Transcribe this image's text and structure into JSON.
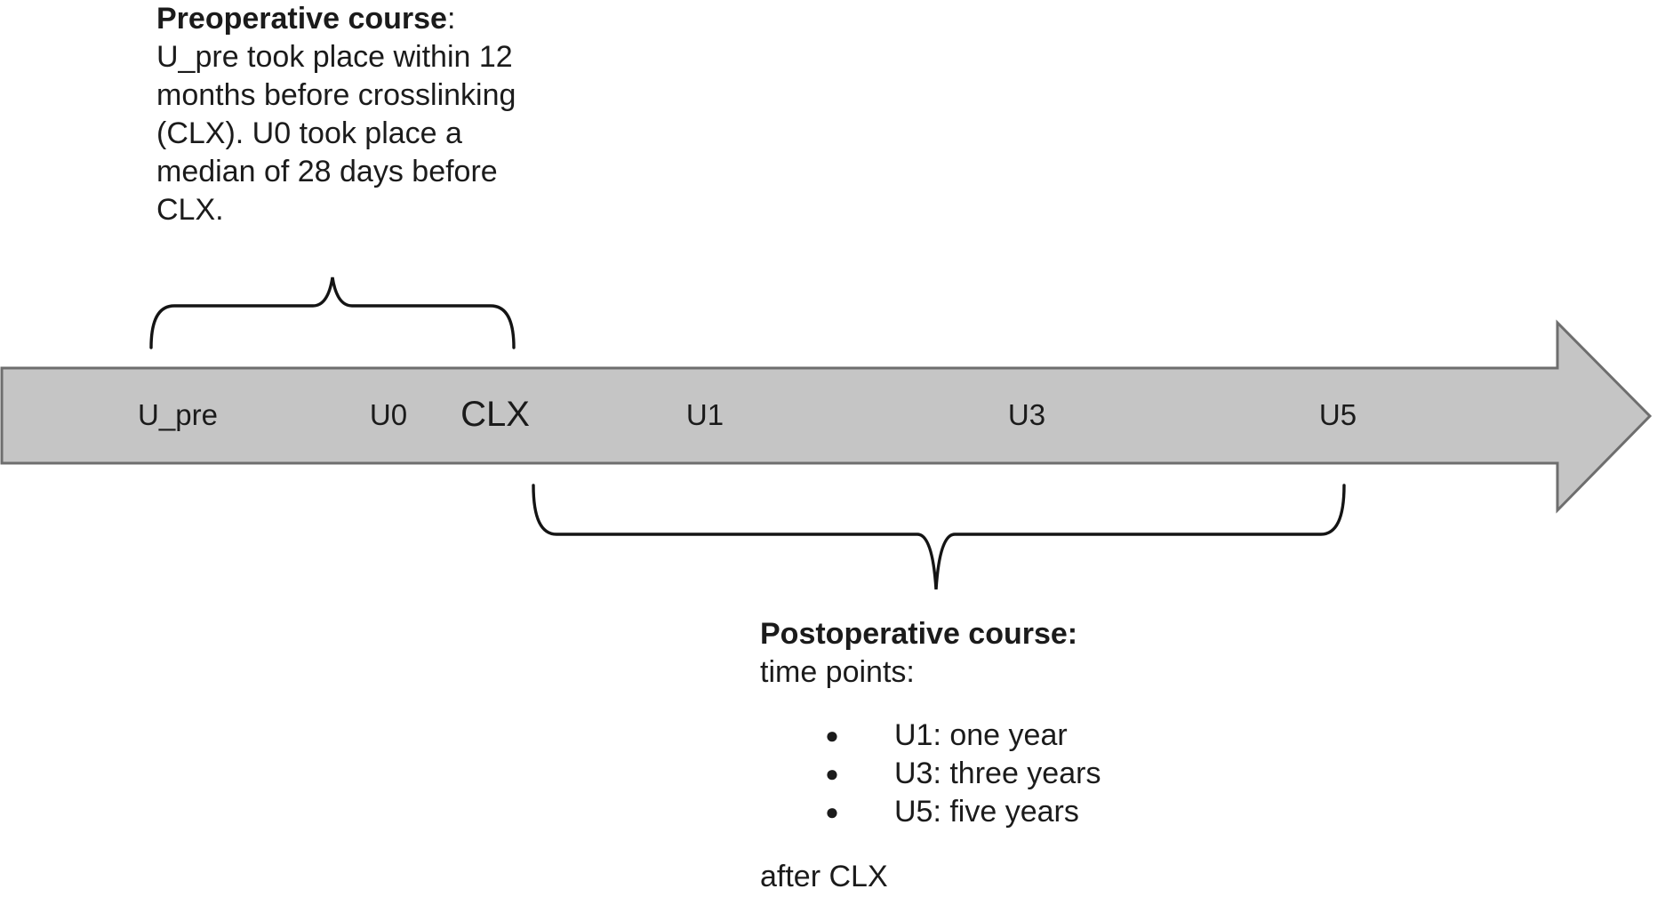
{
  "colors": {
    "background": "#ffffff",
    "text": "#1b1b1b",
    "arrow_fill": "#c5c5c5",
    "arrow_border": "#6e6e6e",
    "brace": "#141414"
  },
  "preop_note": {
    "title": "Preoperative course",
    "title_colon": ":",
    "lines": [
      "U_pre took place within 12",
      "months before crosslinking",
      "(CLX). U0 took place a",
      "median of 28 days before",
      "CLX."
    ]
  },
  "timeline": {
    "labels": [
      {
        "text": "U_pre"
      },
      {
        "text": "U0"
      },
      {
        "text": "CLX"
      },
      {
        "text": "U1"
      },
      {
        "text": "U3"
      },
      {
        "text": "U5"
      }
    ]
  },
  "postop_note": {
    "title": "Postoperative course:",
    "subtitle": "time points:",
    "bullet_glyph": "●",
    "bullets": [
      "U1: one year",
      "U3: three years",
      "U5: five years"
    ],
    "footer": "after CLX"
  }
}
